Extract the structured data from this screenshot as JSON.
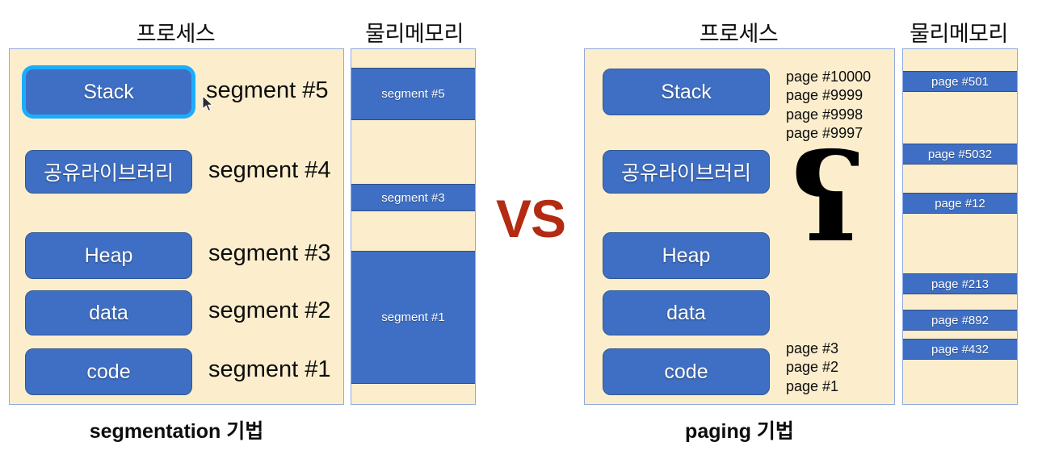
{
  "left": {
    "process_title": "프로세스",
    "memory_title": "물리메모리",
    "caption": "segmentation 기법",
    "segments": [
      {
        "name": "Stack",
        "label": "segment #5",
        "selected": true
      },
      {
        "name": "공유라이브러리",
        "label": "segment #4",
        "selected": false
      },
      {
        "name": "Heap",
        "label": "segment #3",
        "selected": false
      },
      {
        "name": "data",
        "label": "segment #2",
        "selected": false
      },
      {
        "name": "code",
        "label": "segment #1",
        "selected": false
      }
    ],
    "memory_blocks": [
      {
        "label": "segment #5"
      },
      {
        "label": "segment #3"
      },
      {
        "label": "segment #1"
      }
    ]
  },
  "vs_label": "VS",
  "right": {
    "process_title": "프로세스",
    "memory_title": "물리메모리",
    "caption": "paging 기법",
    "segments": [
      {
        "name": "Stack"
      },
      {
        "name": "공유라이브러리"
      },
      {
        "name": "Heap"
      },
      {
        "name": "data"
      },
      {
        "name": "code"
      }
    ],
    "top_pages": [
      "page #10000",
      "page #9999",
      "page #9998",
      "page #9997"
    ],
    "bottom_pages": [
      "page #3",
      "page #2",
      "page #1"
    ],
    "squiggle_glyph": "ʕ",
    "memory_blocks": [
      {
        "label": "page #501"
      },
      {
        "label": "page #5032"
      },
      {
        "label": "page #12"
      },
      {
        "label": "page #213"
      },
      {
        "label": "page #892"
      },
      {
        "label": "page #432"
      }
    ]
  },
  "colors": {
    "block_blue": "#3f6fc4",
    "panel_cream": "#fceecd",
    "panel_border": "#8faadc",
    "selection_cyan": "#1cadfc",
    "vs_red": "#b32b12"
  }
}
